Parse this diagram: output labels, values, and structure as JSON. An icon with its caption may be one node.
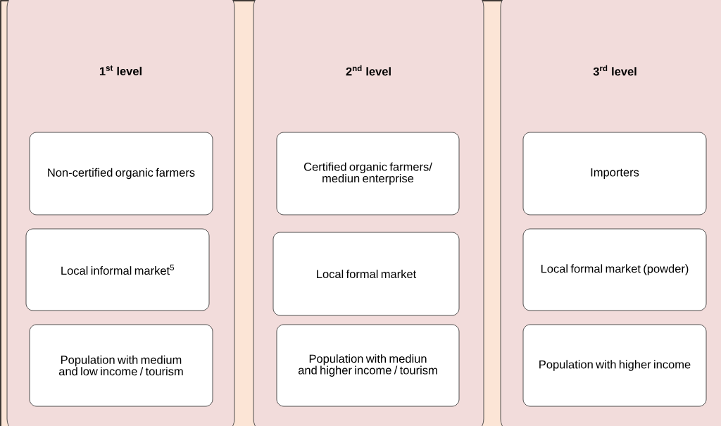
{
  "diagram": {
    "nodes": [
      {
        "text": [
          "1$^{st}$ level"
        ]
      },
      {
        "text": [
          "Non-certified organic farmers"
        ],
        "in": 0
      },
      {
        "text": [
          "Local informal market$^{5}$"
        ],
        "in": 0
      },
      {
        "text": [
          "Population with medium and low income / tourism"
        ],
        "in": 0
      },
      {
        "text": [
          "2$^{nd}$ level"
        ]
      },
      {
        "text": [
          "Certified organic farmers/ mediun enterprise"
        ],
        "in": 4
      },
      {
        "text": [
          "Local formal market"
        ],
        "in": 4
      },
      {
        "text": [
          "Population with mediun and higher income / tourism"
        ],
        "in": 4
      },
      {
        "text": [
          "3$^{rd}$ level"
        ]
      },
      {
        "text": [
          "Importers"
        ],
        "in": 8
      },
      {
        "text": [
          "Local formal market (powder)"
        ],
        "in": 8
      },
      {
        "text": [
          "Population with higher income"
        ],
        "in": 8
      }
    ]
  }
}
